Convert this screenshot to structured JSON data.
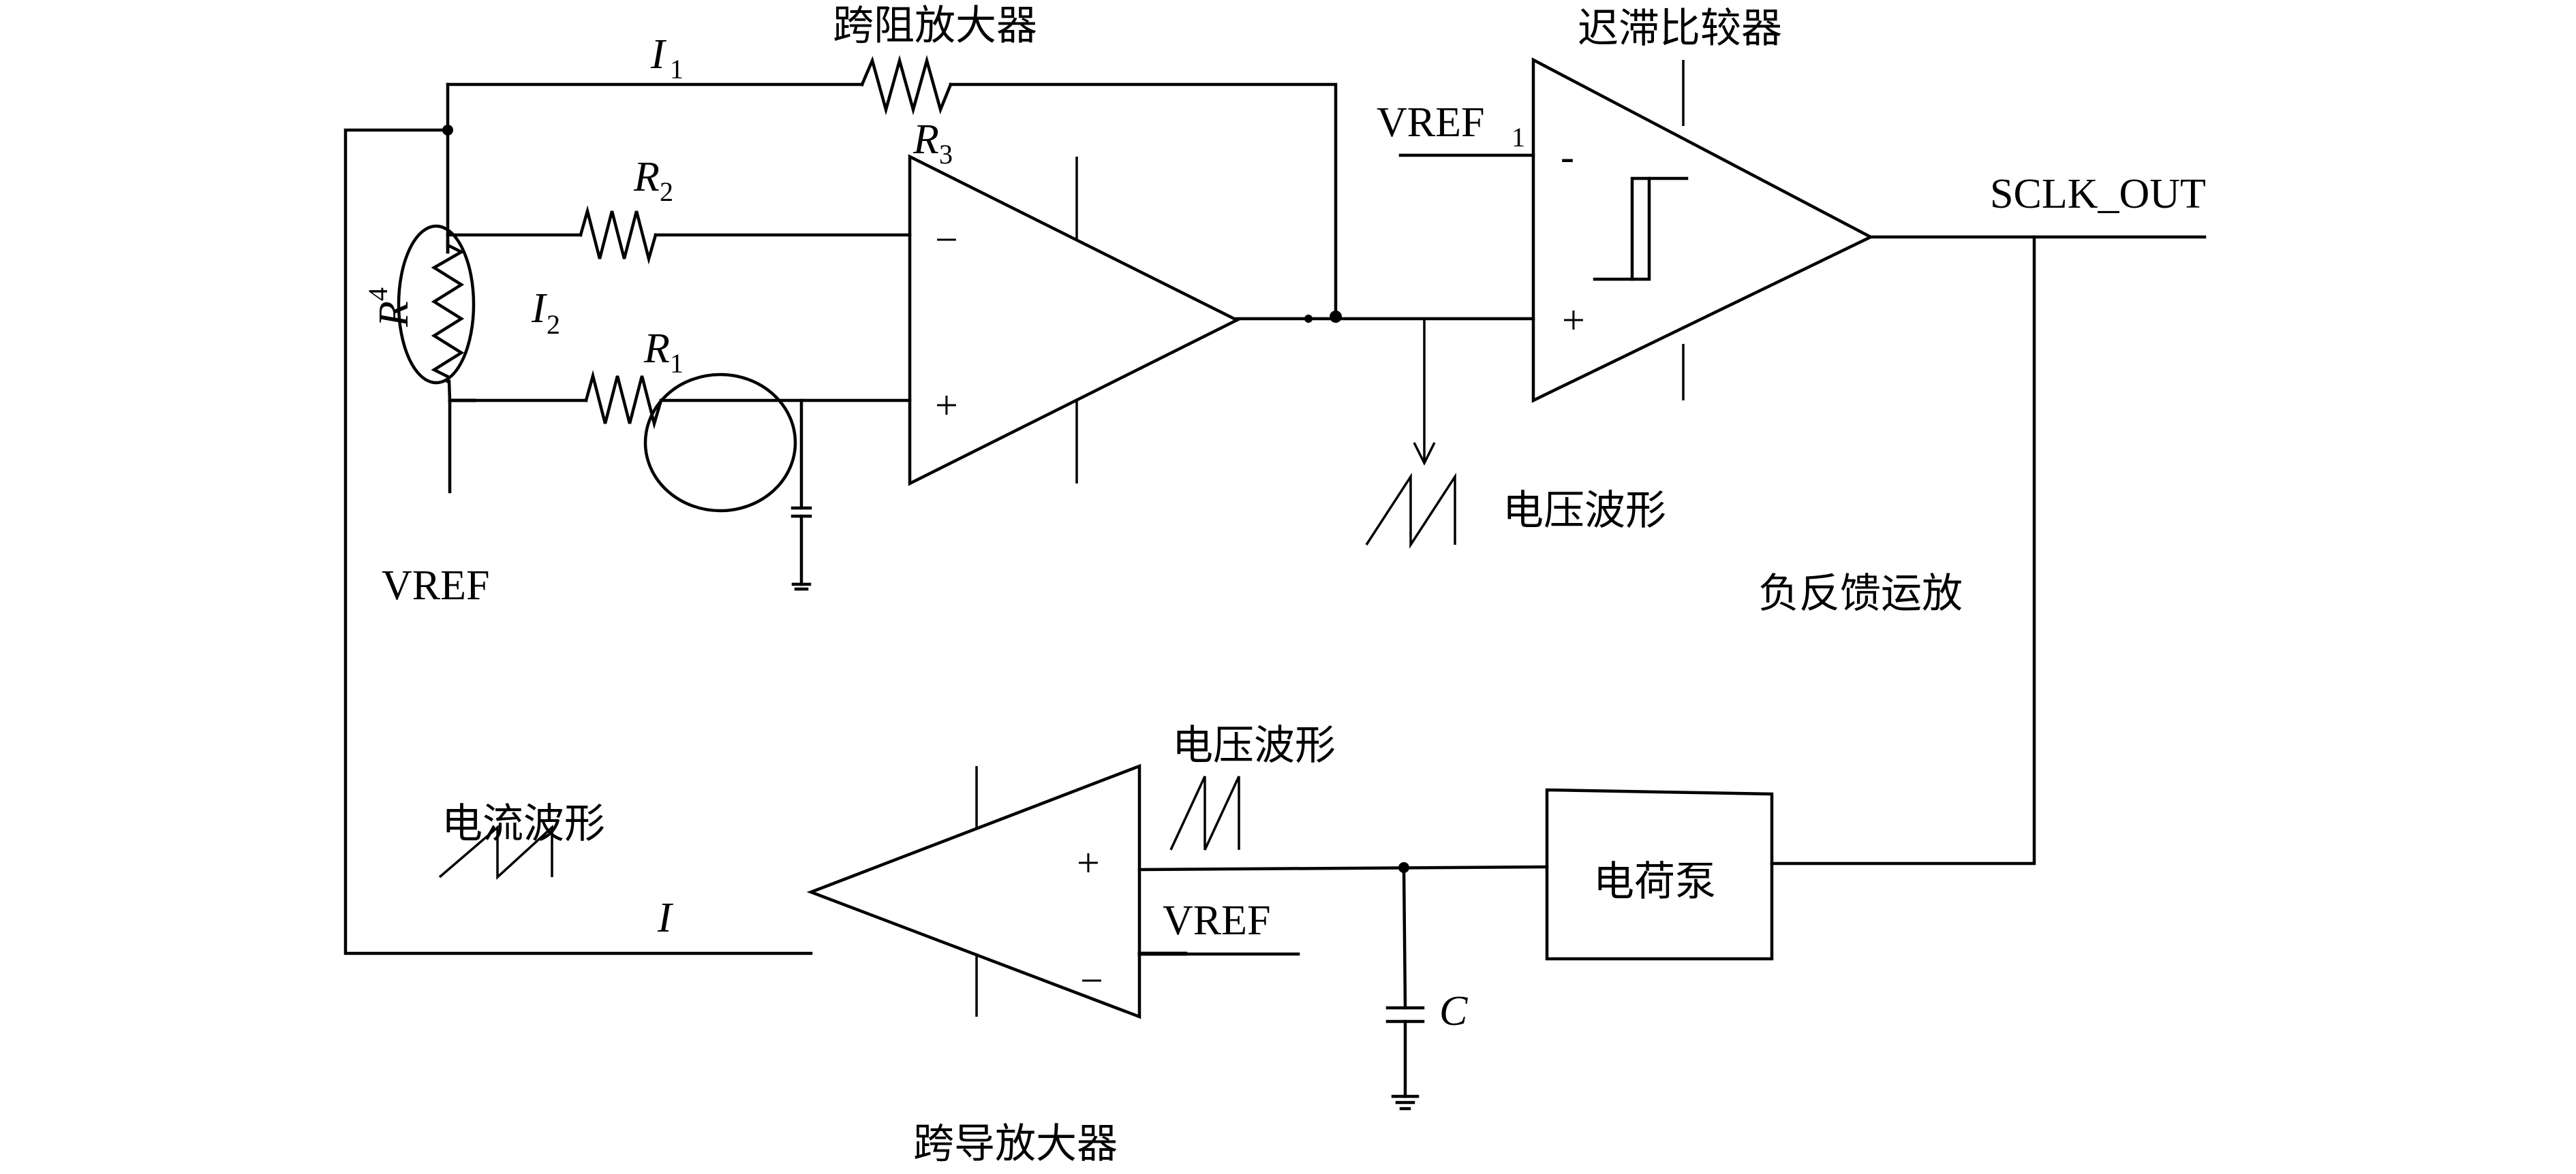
{
  "diagram": {
    "type": "circuit-schematic",
    "labels": {
      "transimpedance_amp": "跨阻放大器",
      "hysteresis_comparator": "迟滞比较器",
      "transconductance_amp": "跨导放大器",
      "negative_feedback_opamp": "负反馈运放",
      "charge_pump": "电荷泵",
      "voltage_waveform_top": "电压波形",
      "voltage_waveform_bottom": "电压波形",
      "current_waveform": "电流波形",
      "output_signal": "SCLK_OUT",
      "vref_left": "VREF",
      "vref_bottom": "VREF",
      "vref1_main": "VREF",
      "vref1_sub": "1",
      "capacitor_c": "C",
      "current_i": "I"
    },
    "components": {
      "r1": {
        "main": "R",
        "sub": "1"
      },
      "r2": {
        "main": "R",
        "sub": "2"
      },
      "r3": {
        "main": "R",
        "sub": "3"
      },
      "r4": {
        "main": "R",
        "sub": "4"
      },
      "i1": {
        "main": "I",
        "sub": "1"
      },
      "i2": {
        "main": "I",
        "sub": "2"
      }
    },
    "pins": {
      "tia_minus": "−",
      "tia_plus": "+",
      "comp_minus": "-",
      "comp_plus": "+",
      "ota_plus": "+",
      "ota_minus": "−"
    }
  }
}
